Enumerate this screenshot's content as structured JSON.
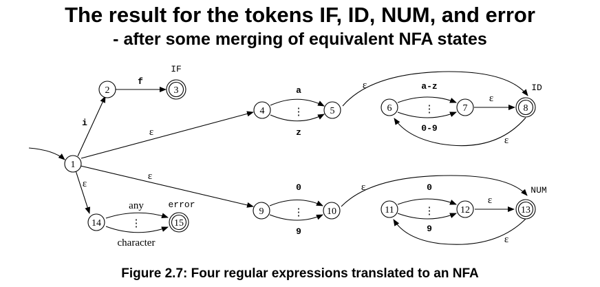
{
  "title": "The result for the tokens IF, ID, NUM, and error",
  "subtitle": "- after some merging of equivalent NFA states",
  "caption": "Figure 2.7: Four regular expressions translated to an NFA",
  "states": {
    "s1": "1",
    "s2": "2",
    "s3": "3",
    "s4": "4",
    "s5": "5",
    "s6": "6",
    "s7": "7",
    "s8": "8",
    "s9": "9",
    "s10": "10",
    "s11": "11",
    "s12": "12",
    "s13": "13",
    "s14": "14",
    "s15": "15"
  },
  "tokens": {
    "if": "IF",
    "id": "ID",
    "num": "NUM",
    "error": "error"
  },
  "edge_labels": {
    "i": "i",
    "f": "f",
    "eps": "ε",
    "a": "a",
    "z": "z",
    "az": "a-z",
    "digits": "0-9",
    "zero": "0",
    "nine": "9",
    "dots": "⋮",
    "any": "any",
    "character": "character"
  }
}
